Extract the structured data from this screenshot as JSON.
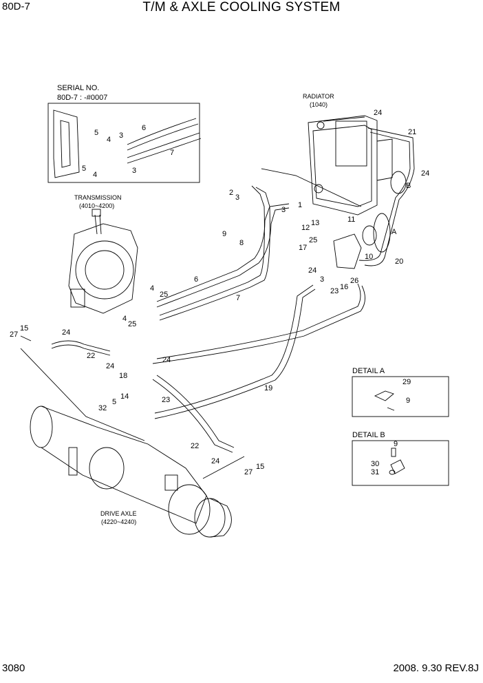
{
  "header": {
    "model": "80D-7",
    "title": "T/M & AXLE COOLING SYSTEM"
  },
  "footer": {
    "page": "3080",
    "date_rev": "2008. 9.30  REV.8J"
  },
  "serial": {
    "line1": "SERIAL NO.",
    "line2": "80D-7 : -#0007"
  },
  "components": {
    "radiator": [
      "RADIATOR",
      "(1040)"
    ],
    "transmission": [
      "TRANSMISSION",
      "(4010~4200)"
    ],
    "drive_axle": [
      "DRIVE AXLE",
      "(4220~4240)"
    ]
  },
  "details": {
    "a_title": "DETAIL A",
    "b_title": "DETAIL B"
  },
  "callouts": {
    "A": "A",
    "B": "B"
  },
  "parts": [
    "1",
    "2",
    "3",
    "4",
    "5",
    "6",
    "7",
    "8",
    "9",
    "10",
    "11",
    "12",
    "13",
    "14",
    "15",
    "16",
    "17",
    "18",
    "19",
    "20",
    "21",
    "22",
    "23",
    "24",
    "25",
    "26",
    "27",
    "29",
    "30",
    "31",
    "32"
  ]
}
